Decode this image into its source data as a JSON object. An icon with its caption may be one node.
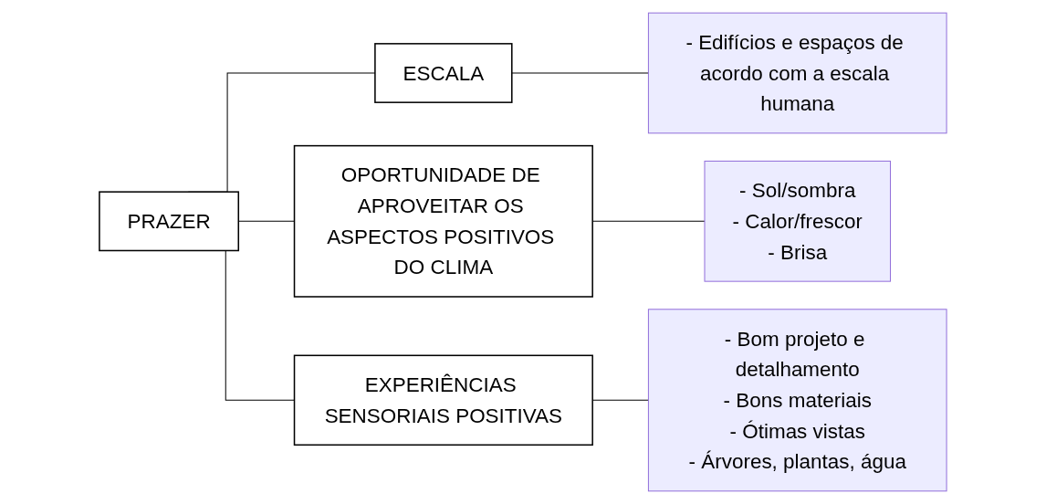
{
  "diagram": {
    "nodes": [
      {
        "text": [
          "PRAZER"
        ]
      },
      {
        "text": [
          "ESCALA"
        ]
      },
      {
        "text": [
          "OPORTUNIDADE DE APROVEITAR OS ASPECTOS POSITIVOS DO CLIMA"
        ]
      },
      {
        "text": [
          "EXPERIÊNCIAS SENSORIAIS POSITIVAS"
        ]
      },
      {
        "text": [
          "- Edifícios e espaços de acordo com a escala humana"
        ]
      },
      {
        "text": [
          "- Sol/sombra",
          "- Calor/frescor",
          "- Brisa"
        ]
      },
      {
        "text": [
          "- Bom projeto e detalhamento",
          "- Bons materiais",
          "- Ótimas vistas",
          "- Árvores, plantas, água"
        ]
      }
    ],
    "edges": [
      {
        "from": 0,
        "to": 1,
        "arrow": "none"
      },
      {
        "from": 0,
        "to": 2,
        "arrow": "none"
      },
      {
        "from": 0,
        "to": 3,
        "arrow": "none"
      },
      {
        "from": 1,
        "to": 4,
        "arrow": "none"
      },
      {
        "from": 2,
        "to": 5,
        "arrow": "none"
      },
      {
        "from": 3,
        "to": 6,
        "arrow": "none"
      }
    ]
  }
}
